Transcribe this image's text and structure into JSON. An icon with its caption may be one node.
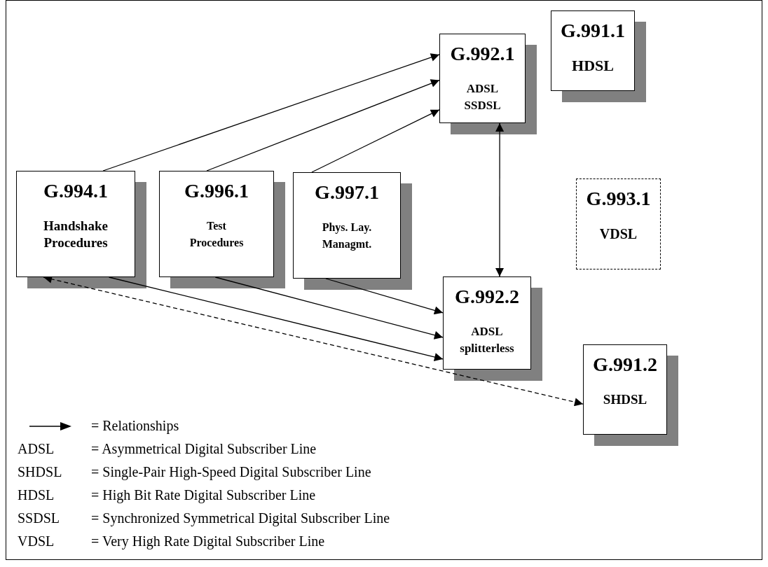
{
  "diagram": {
    "nodes": [
      {
        "text": [
          "G.991.1",
          "HDSL"
        ]
      },
      {
        "text": [
          "G.992.1",
          "ADSL SSDSL"
        ]
      },
      {
        "text": [
          "G.994.1",
          "Handshake Procedures"
        ]
      },
      {
        "text": [
          "G.996.1",
          "Test Procedures"
        ]
      },
      {
        "text": [
          "G.997.1",
          "Phys. Lay. Managmt."
        ]
      },
      {
        "text": [
          "G.993.1",
          "VDSL"
        ]
      },
      {
        "text": [
          "G.992.2",
          "ADSL splitterless"
        ]
      },
      {
        "text": [
          "G.991.2",
          "SHDSL"
        ]
      }
    ],
    "edges": [
      {
        "from": 2,
        "to": 1,
        "arrow": "to"
      },
      {
        "from": 3,
        "to": 1,
        "arrow": "to"
      },
      {
        "from": 4,
        "to": 1,
        "arrow": "to"
      },
      {
        "from": 1,
        "to": 6,
        "arrow": "both"
      },
      {
        "from": 2,
        "to": 6,
        "arrow": "to"
      },
      {
        "from": 3,
        "to": 6,
        "arrow": "to"
      },
      {
        "from": 4,
        "to": 6,
        "arrow": "to"
      },
      {
        "from": 2,
        "to": 7,
        "arrow": "both",
        "style": "dashed"
      }
    ],
    "labels": [
      "ADSL",
      "= Asymmetrical Digital Subscriber Line",
      "SHDSL",
      "= Single-Pair High-Speed Digital Subscriber Line",
      "HDSL",
      "= High Bit Rate Digital Subscriber Line",
      "SSDSL",
      "= Synchronized Symmetrical Digital Subscriber Line",
      "VDSL",
      "= Very High Rate Digital Subscriber Line"
    ],
    "legend": [
      {
        "text": "= Relationships"
      }
    ]
  }
}
